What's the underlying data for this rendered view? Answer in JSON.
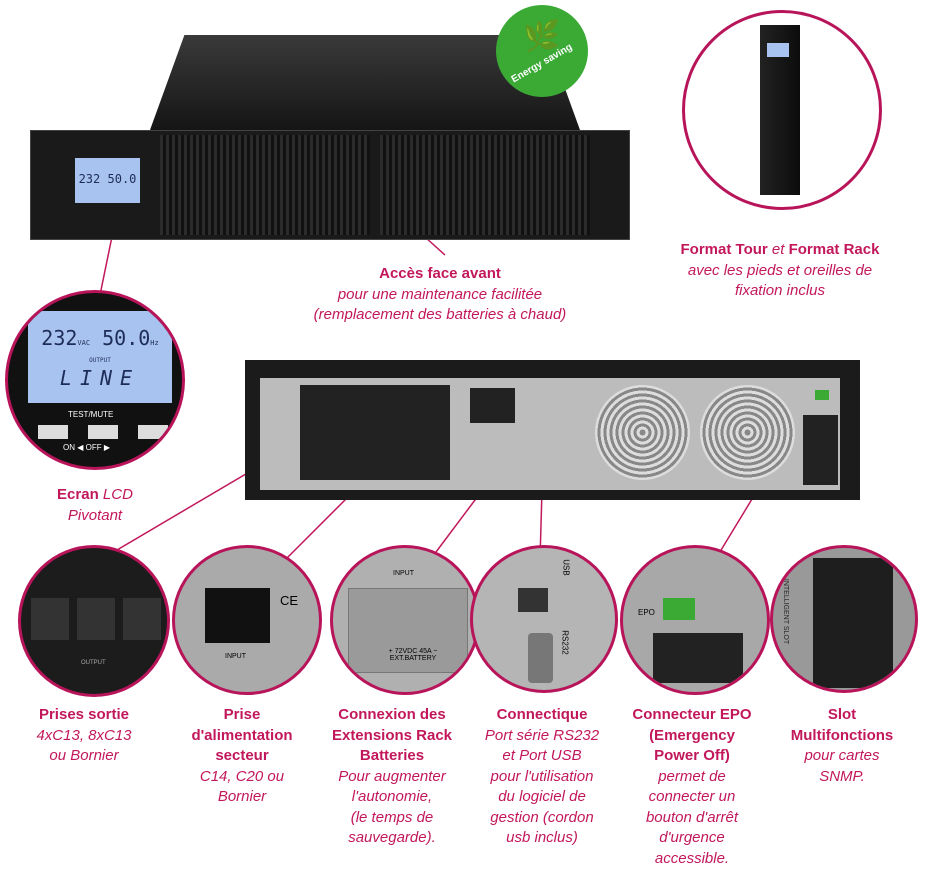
{
  "front_caption": {
    "title": "Accès face avant",
    "lines": [
      "pour une maintenance facilitée",
      "(remplacement des batteries à chaud)"
    ]
  },
  "tower_caption": {
    "title_a": "Format Tour",
    "connector": "et",
    "title_b": "Format Rack",
    "lines": [
      "avec les pieds et oreilles de",
      "fixation inclus"
    ]
  },
  "lcd_caption": {
    "title": "Ecran",
    "italic": "LCD",
    "line2": "Pivotant"
  },
  "lcd": {
    "voltage": "232",
    "unit_v": "VAC",
    "frequency": "50.0",
    "unit_hz": "Hz",
    "label": "OUTPUT",
    "mode": "LINE",
    "test_label": "TEST/MUTE",
    "on_label": "ON",
    "off_label": "OFF"
  },
  "badge": {
    "text": "Energy saving",
    "color": "#3aaa35"
  },
  "rear_labels": {
    "input": "INPUT",
    "output": "OUTPUT",
    "usb": "USB",
    "rs232": "RS232",
    "epo": "EPO",
    "slot": "INTELLIGENT SLOT",
    "battery": "+ 72VDC 45A − EXT.BATTERY",
    "ce": "CE"
  },
  "features": [
    {
      "title": [
        "Prises sortie"
      ],
      "desc": [
        "4xC13, 8xC13",
        "ou Bornier"
      ]
    },
    {
      "title": [
        "Prise",
        "d'alimentation",
        "secteur"
      ],
      "desc": [
        "C14, C20 ou",
        "Bornier"
      ]
    },
    {
      "title": [
        "Connexion des",
        "Extensions Rack",
        "Batteries"
      ],
      "desc": [
        "Pour augmenter",
        "l'autonomie,",
        "(le temps de",
        "sauvegarde)."
      ]
    },
    {
      "title": [
        "Connectique"
      ],
      "desc": [
        "Port série RS232",
        "et Port USB",
        "pour l'utilisation",
        "du logiciel de",
        "gestion (cordon",
        "usb inclus)"
      ]
    },
    {
      "title": [
        "Connecteur EPO",
        "(Emergency",
        "Power Off)"
      ],
      "desc": [
        "permet de",
        "connecter un",
        "bouton d'arrêt",
        "d'urgence",
        "accessible."
      ]
    },
    {
      "title": [
        "Slot",
        "Multifonctions"
      ],
      "desc": [
        "pour cartes",
        "SNMP."
      ]
    }
  ],
  "colors": {
    "accent": "#c2185b"
  }
}
